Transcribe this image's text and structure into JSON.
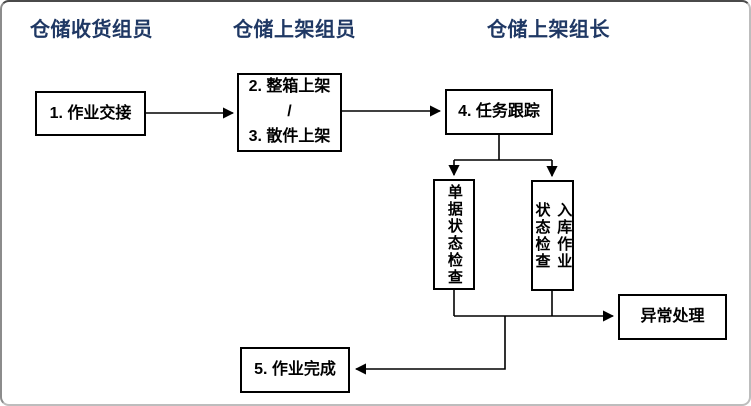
{
  "diagram": {
    "type": "flowchart",
    "lanes": [
      {
        "label": "仓储收货组员"
      },
      {
        "label": "仓储上架组员"
      },
      {
        "label": "仓储上架组长"
      }
    ],
    "nodes": {
      "step1": {
        "label": "1. 作业交接"
      },
      "step23": {
        "label": "2. 整箱上架\n/\n3. 散件上架"
      },
      "step4": {
        "label": "4. 任务跟踪"
      },
      "doc_check": {
        "label": "单据状态检查"
      },
      "inbound_check": {
        "label": "入库作业\n状态检查"
      },
      "exception": {
        "label": "异常处理"
      },
      "step5": {
        "label": "5. 作业完成"
      }
    },
    "edges": [
      {
        "from": "step1",
        "to": "step23",
        "arrow": true
      },
      {
        "from": "step23",
        "to": "step4",
        "arrow": true
      },
      {
        "from": "step4",
        "to": "doc_check",
        "arrow": true
      },
      {
        "from": "step4",
        "to": "inbound_check",
        "arrow": true
      },
      {
        "from": "doc_check",
        "to": "exception",
        "arrow": true
      },
      {
        "from": "inbound_check",
        "to": "exception",
        "arrow": true
      },
      {
        "from": "doc_check",
        "to": "step5",
        "arrow": true
      },
      {
        "from": "inbound_check",
        "to": "step5",
        "arrow": true
      }
    ],
    "colors": {
      "lane_header_text": "#1f3864",
      "node_border": "#000000",
      "node_text": "#000000",
      "connector": "#000000",
      "frame_border": "#8c8c8c",
      "background": "#ffffff"
    }
  }
}
